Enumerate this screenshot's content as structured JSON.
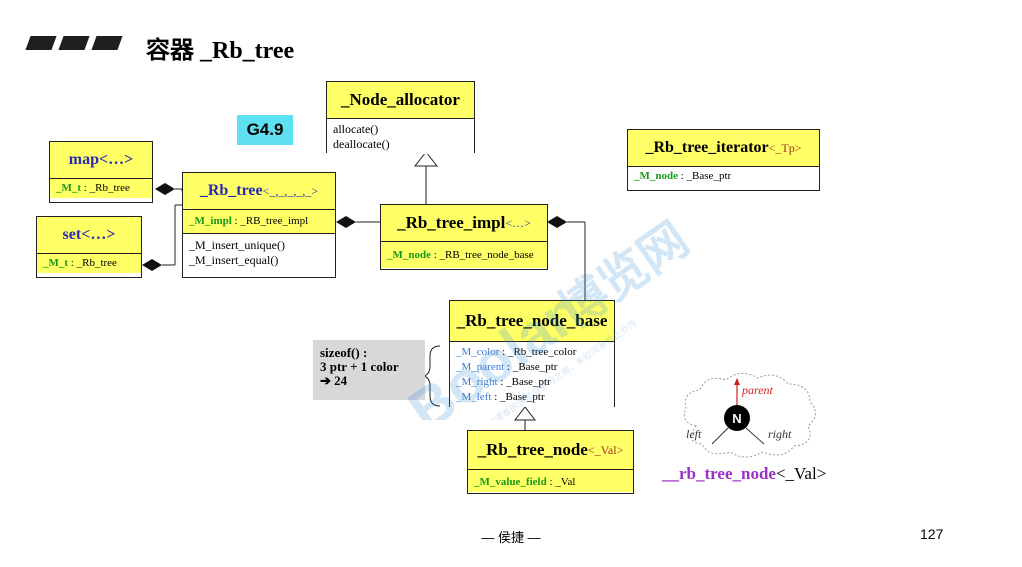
{
  "slide": {
    "title": "容器 _Rb_tree",
    "version_badge": "G4.9",
    "footer": "— 侯捷 —",
    "page_number": "127"
  },
  "boxes": {
    "node_allocator": {
      "title": "_Node_allocator",
      "methods": [
        "allocate()",
        "deallocate()"
      ]
    },
    "map": {
      "title": "map<…>",
      "field_name": "_M_t",
      "field_type": " : _Rb_tree"
    },
    "set": {
      "title": "set<…>",
      "field_name": "_M_t",
      "field_type": " : _Rb_tree"
    },
    "rb_tree": {
      "title": "_Rb_tree",
      "template": "<_,_,_,_,_>",
      "field_name": "_M_impl",
      "field_type": " : _RB_tree_impl",
      "methods": [
        "_M_insert_unique()",
        "_M_insert_equal()"
      ]
    },
    "rb_tree_impl": {
      "title": "_Rb_tree_impl",
      "template": "<…>",
      "field_name": "_M_node",
      "field_type": " : _RB_tree_node_base"
    },
    "rb_tree_iterator": {
      "title": "_Rb_tree_iterator",
      "template": "<_Tp>",
      "field_name": "_M_node",
      "field_type": " : _Base_ptr"
    },
    "rb_tree_node_base": {
      "title": "_Rb_tree_node_base",
      "fields": [
        {
          "name": "_M_color",
          "type": " : _Rb_tree_color"
        },
        {
          "name": "_M_parent",
          "type": " : _Base_ptr"
        },
        {
          "name": "_M_right",
          "type": " : _Base_ptr"
        },
        {
          "name": "_M_left",
          "type": " : _Base_ptr"
        }
      ]
    },
    "rb_tree_node": {
      "title": "_Rb_tree_node",
      "template": "<_Val>",
      "field_name": "_M_value_field",
      "field_type": " : _Val"
    }
  },
  "sizeof_note": {
    "line1": "sizeof() :",
    "line2": "3 ptr + 1 color",
    "line3": "24"
  },
  "node_diagram": {
    "center": "N",
    "parent": "parent",
    "left": "left",
    "right": "right",
    "label_name": "__rb_tree_node",
    "label_template": "<_Val>"
  },
  "watermark": {
    "brand": "Boolan",
    "text": "博览网",
    "note": "本讲义仅供购课者的课堂与复习之用，未经同意禁止外传"
  },
  "colors": {
    "box_header": "#ffff66",
    "badge": "#5ee0f0",
    "field_green": "#1a9a1a",
    "field_blue": "#3a7bd5",
    "node_label": "#9b30c8"
  }
}
